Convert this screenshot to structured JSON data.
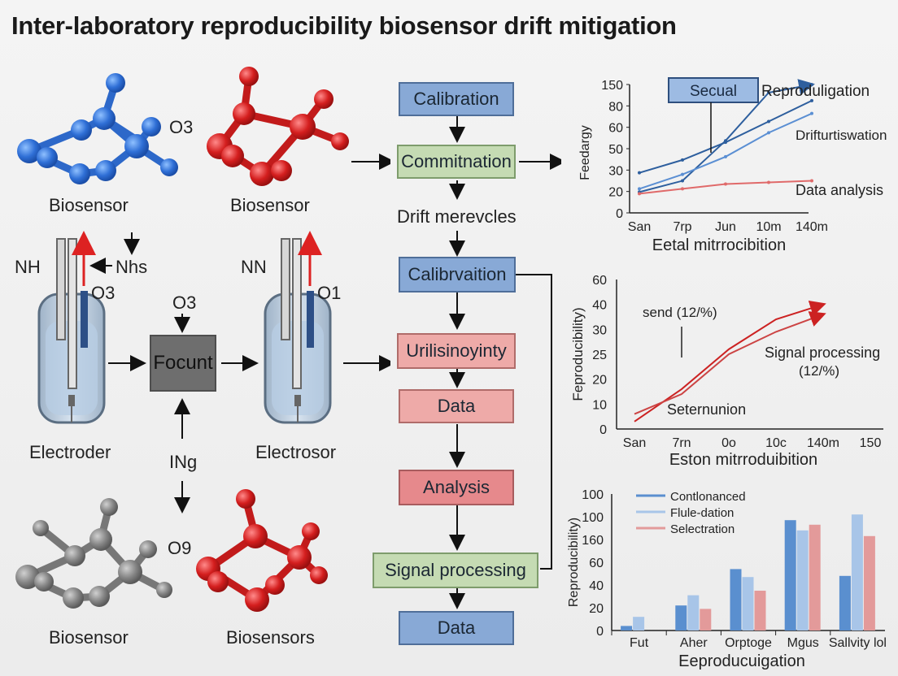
{
  "title": "Inter-laboratory reproducibility biosensor drift mitigation",
  "molecules": {
    "m1_label": "Biosensor",
    "m2_label": "Biosensor",
    "m3_label": "Biosensor",
    "m4_label": "Biosensors",
    "o3_a": "O3",
    "o9": "O9"
  },
  "electrodes": {
    "left_label": "Electroder",
    "right_label": "Electrosor",
    "nh": "NH",
    "nhs": "Nhs",
    "o3_left": "O3",
    "nn": "NN",
    "o1": "O1",
    "o3_top": "O3",
    "focunt": "Focunt",
    "ing": "INg"
  },
  "flow": {
    "calibration": "Calibration",
    "commitnation": "Commitnation",
    "drift_text": "Drift merevcles",
    "calibrvaition": "Calibrvaition",
    "urilisinoyinty": "Urilisinoyinty",
    "data1": "Data",
    "analysis": "Analysis",
    "signal_processing": "Signal processing",
    "data2": "Data"
  },
  "chart_data": [
    {
      "type": "line",
      "ylabel": "Feedargy",
      "xlabel": "Eetal mitrrocibition",
      "x_ticks": [
        "San",
        "7rp",
        "Jun",
        "10m",
        "140m"
      ],
      "y_ticks": [
        "0",
        "20",
        "30",
        "50",
        "60",
        "80",
        "150"
      ],
      "legend_box": "Secual",
      "annotations": [
        "Reproduligation",
        "Drifturtiswation",
        "Data analysis"
      ],
      "series": [
        {
          "values": [
            25,
            33,
            44,
            57,
            70
          ]
        },
        {
          "values": [
            13,
            20,
            45,
            75,
            80
          ]
        },
        {
          "values": [
            15,
            24,
            35,
            50,
            62
          ]
        },
        {
          "values": [
            12,
            15,
            18,
            19,
            20
          ]
        }
      ]
    },
    {
      "type": "line",
      "ylabel": "Feproducibility)",
      "xlabel": "Eston mitrroduibition",
      "x_ticks": [
        "San",
        "7rn",
        "0o",
        "10c",
        "140m",
        "150"
      ],
      "y_ticks": [
        "0",
        "10",
        "20",
        "25",
        "30",
        "40",
        "60"
      ],
      "annotations": [
        "send (12/%)",
        "Signal processing",
        "(12/%)",
        "Seternunion"
      ],
      "series": [
        {
          "values": [
            3,
            16,
            32,
            44,
            50
          ]
        },
        {
          "values": [
            6,
            14,
            30,
            39,
            46
          ]
        }
      ]
    },
    {
      "type": "bar",
      "ylabel": "Reproducibility)",
      "xlabel": "Eeproducuigation",
      "categories": [
        "Fut",
        "Aher",
        "Orptoge",
        "Mgus",
        "Sallvity lol"
      ],
      "y_ticks": [
        "0",
        "20",
        "40",
        "60",
        "160",
        "100",
        "100"
      ],
      "series": [
        {
          "name": "Contlonanced",
          "color": "#5a8fcf",
          "values": [
            4,
            22,
            54,
            97,
            48
          ]
        },
        {
          "name": "Flule-dation",
          "color": "#a8c5e8",
          "values": [
            12,
            31,
            47,
            88,
            102
          ]
        },
        {
          "name": "Selectration",
          "color": "#e39a9a",
          "values": [
            null,
            19,
            35,
            93,
            83
          ]
        }
      ],
      "ylim": [
        0,
        120
      ]
    }
  ]
}
